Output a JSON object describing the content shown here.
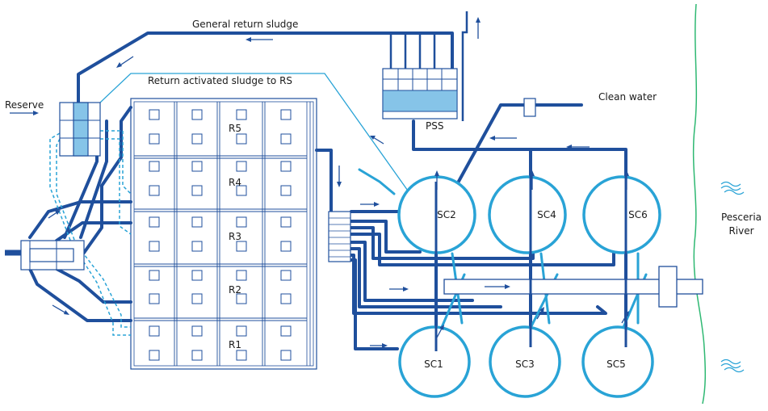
{
  "labels": {
    "general_return_sludge": "General return sludge",
    "return_activated_sludge": "Return activated sludge to RS",
    "reserve": "Reserve",
    "clean_water": "Clean water",
    "pss": "PSS",
    "river_line1": "Pesceria",
    "river_line2": "River"
  },
  "reactors": [
    "R5",
    "R4",
    "R3",
    "R2",
    "R1"
  ],
  "clarifiers_top": [
    "SC2",
    "SC4",
    "SC6"
  ],
  "clarifiers_bottom": [
    "SC1",
    "SC3",
    "SC5"
  ],
  "colors": {
    "dark_pipe": "#1f4f9c",
    "light_pipe": "#29a3d6",
    "river": "#2eb872",
    "sludge_fill": "#86c4e8"
  }
}
